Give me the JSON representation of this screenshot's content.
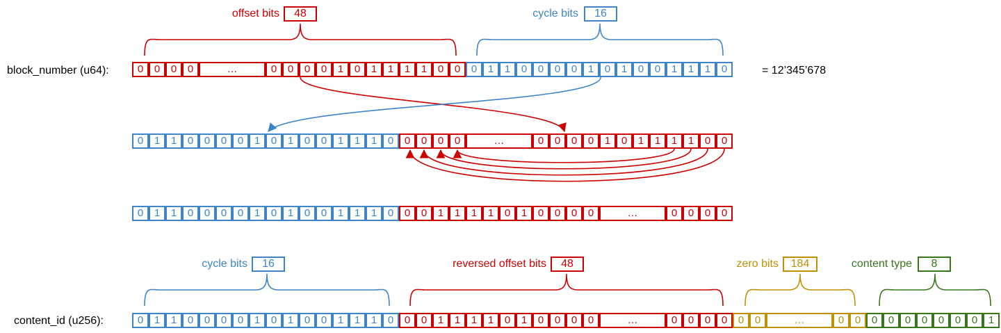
{
  "colors": {
    "red": "#cc0000",
    "blue": "#3d85c6",
    "gold": "#bf9000",
    "green": "#38761d",
    "black": "#000000"
  },
  "labels": {
    "block_number": "block_number (u64):",
    "content_id": "content_id (u256):",
    "equals": "= 12’345’678",
    "ellipsis": "…"
  },
  "annotations": {
    "top_offset": {
      "text": "offset bits",
      "value": "48",
      "color": "red"
    },
    "top_cycle": {
      "text": "cycle bits",
      "value": "16",
      "color": "blue"
    },
    "bot_cycle": {
      "text": "cycle bits",
      "value": "16",
      "color": "blue"
    },
    "bot_reversed": {
      "text": "reversed offset bits",
      "value": "48",
      "color": "red"
    },
    "bot_zero": {
      "text": "zero bits",
      "value": "184",
      "color": "gold"
    },
    "bot_content": {
      "text": "content type",
      "value": "8",
      "color": "green"
    }
  },
  "rows": {
    "block_number": {
      "offset_head": [
        "0",
        "0",
        "0",
        "0"
      ],
      "offset_tail": [
        "0",
        "0",
        "0",
        "0",
        "1",
        "0",
        "1",
        "1",
        "1",
        "1",
        "0",
        "0"
      ],
      "cycle": [
        "0",
        "1",
        "1",
        "0",
        "0",
        "0",
        "0",
        "1",
        "0",
        "1",
        "0",
        "0",
        "1",
        "1",
        "1",
        "0"
      ]
    },
    "swapped": {
      "cycle": [
        "0",
        "1",
        "1",
        "0",
        "0",
        "0",
        "0",
        "1",
        "0",
        "1",
        "0",
        "0",
        "1",
        "1",
        "1",
        "0"
      ],
      "offset_head": [
        "0",
        "0",
        "0",
        "0"
      ],
      "offset_tail": [
        "0",
        "0",
        "0",
        "0",
        "1",
        "0",
        "1",
        "1",
        "1",
        "1",
        "0",
        "0"
      ]
    },
    "reversed": {
      "cycle": [
        "0",
        "1",
        "1",
        "0",
        "0",
        "0",
        "0",
        "1",
        "0",
        "1",
        "0",
        "0",
        "1",
        "1",
        "1",
        "0"
      ],
      "offset_head": [
        "0",
        "0",
        "1",
        "1",
        "1",
        "1",
        "0",
        "1",
        "0",
        "0",
        "0",
        "0"
      ],
      "offset_tail": [
        "0",
        "0",
        "0",
        "0"
      ]
    },
    "content_id": {
      "cycle": [
        "0",
        "1",
        "1",
        "0",
        "0",
        "0",
        "0",
        "1",
        "0",
        "1",
        "0",
        "0",
        "1",
        "1",
        "1",
        "0"
      ],
      "offset_head": [
        "0",
        "0",
        "1",
        "1",
        "1",
        "1",
        "0",
        "1",
        "0",
        "0",
        "0",
        "0"
      ],
      "offset_tail": [
        "0",
        "0",
        "0",
        "0"
      ],
      "zero_head": [
        "0",
        "0"
      ],
      "zero_tail": [
        "0",
        "0"
      ],
      "content_type": [
        "0",
        "0",
        "0",
        "0",
        "0",
        "0",
        "0",
        "1"
      ]
    }
  }
}
